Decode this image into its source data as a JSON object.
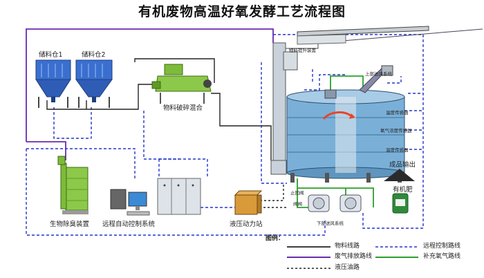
{
  "title": "有机废物高温好氧发酵工艺流程图",
  "labels": {
    "silo1": "储料仓1",
    "silo2": "储料仓2",
    "crusher": "物料破碎混合",
    "lift": "物料提升装置",
    "upper_fan": "上部送风系统",
    "temp_sensor": "温度传感器",
    "oxygen_sensor": "氧气浓度传感器",
    "temp_sensor_2": "温度传感器",
    "output": "成品输出",
    "fertilizer": "有机肥",
    "lower_fan": "下部送风系统",
    "check_valve": "止回阀",
    "valve": "阀阀",
    "deodor": "生物除臭装置",
    "remote_control": "远程自动控制系统",
    "hydraulic": "液压动力站"
  },
  "legend": {
    "title": "图例：",
    "items": [
      {
        "label": "物料线路",
        "color": "#222222",
        "style": "solid"
      },
      {
        "label": "远程控制路线",
        "color": "#2233cc",
        "style": "dashed"
      },
      {
        "label": "废气排放路线",
        "color": "#6a2bb0",
        "style": "solid"
      },
      {
        "label": "补充氧气路线",
        "color": "#2aa02a",
        "style": "solid"
      },
      {
        "label": "液压油路",
        "color": "#222222",
        "style": "dashed"
      }
    ]
  },
  "colors": {
    "remote": "#2233cc",
    "exhaust": "#6a2bb0",
    "oxygen": "#2aa02a",
    "material": "#222222",
    "silo": "#3a6fd0",
    "machine_green": "#7dbb3a",
    "tank": "#7ab0d8"
  }
}
